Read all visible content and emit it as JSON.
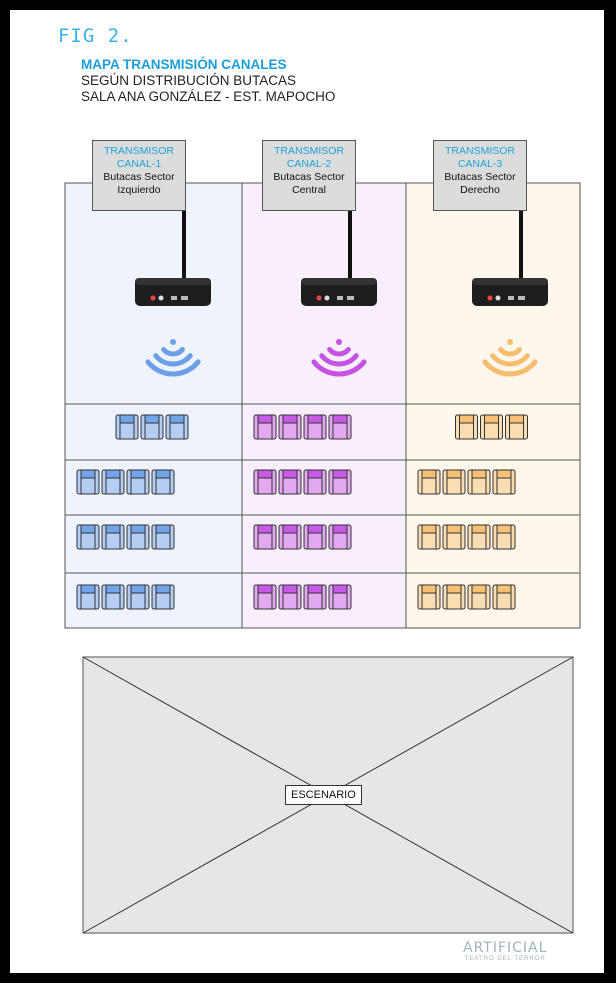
{
  "figure_label": "FIG 2.",
  "title": {
    "line1": "MAPA TRANSMISIÓN CANALES",
    "line2": "SEGÚN DISTRIBUCIÓN BUTACAS",
    "line3": "SALA ANA GONZÁLEZ - EST. MAPOCHO"
  },
  "sectors": [
    {
      "transmitter": "TRANSMISOR",
      "channel": "CANAL-1",
      "line1": "Butacas Sector",
      "line2": "Izquierdo",
      "color": "#6b9fe8",
      "fill": "#eef3fc"
    },
    {
      "transmitter": "TRANSMISOR",
      "channel": "CANAL-2",
      "line1": "Butacas Sector",
      "line2": "Central",
      "color": "#c552e3",
      "fill": "#f9eefc"
    },
    {
      "transmitter": "TRANSMISOR",
      "channel": "CANAL-3",
      "line1": "Butacas Sector",
      "line2": "Derecho",
      "color": "#f5be6e",
      "fill": "#fdf7ec"
    }
  ],
  "seat_rows": [
    [
      3,
      4,
      3
    ],
    [
      4,
      4,
      4
    ],
    [
      4,
      4,
      4
    ],
    [
      4,
      4,
      4
    ]
  ],
  "stage_label": "ESCENARIO",
  "brand": {
    "name": "ARTIFICIAL",
    "tagline": "TEATRO DEL TERROR"
  }
}
